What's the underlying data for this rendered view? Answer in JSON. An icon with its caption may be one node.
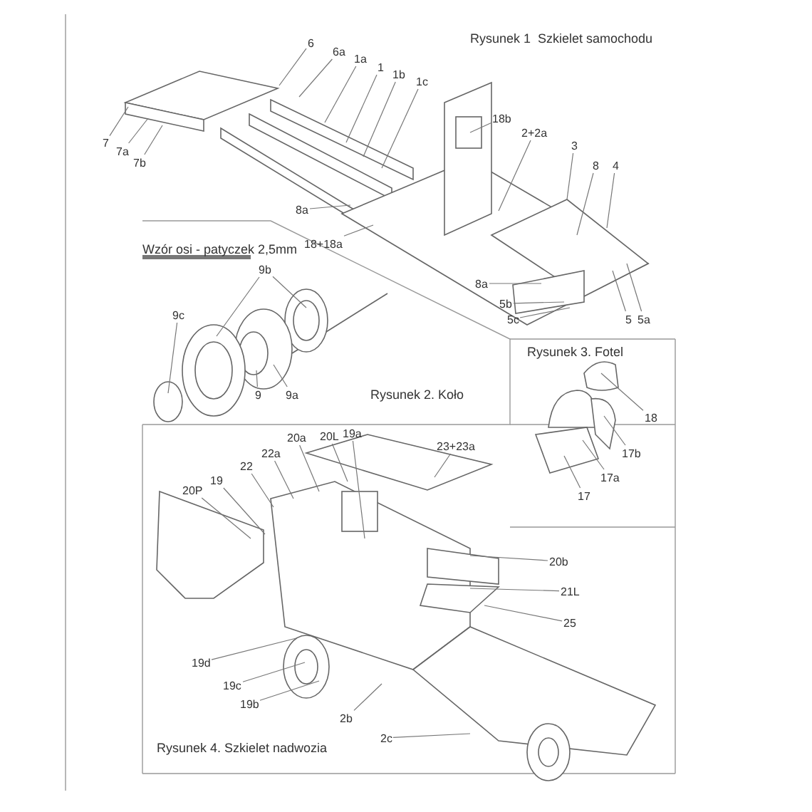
{
  "diagram": {
    "nodes": [
      {
        "text": [
          "6"
        ]
      },
      {
        "text": [
          "6a"
        ]
      },
      {
        "text": [
          "1a"
        ]
      },
      {
        "text": [
          "1"
        ]
      },
      {
        "text": [
          "1b"
        ]
      },
      {
        "text": [
          "1c"
        ]
      },
      {
        "text": [
          "18b"
        ]
      },
      {
        "text": [
          "2+2a"
        ]
      },
      {
        "text": [
          "3"
        ]
      },
      {
        "text": [
          "8"
        ]
      },
      {
        "text": [
          "4"
        ]
      },
      {
        "text": [
          "7"
        ]
      },
      {
        "text": [
          "7a"
        ]
      },
      {
        "text": [
          "7b"
        ]
      },
      {
        "text": [
          "8a"
        ]
      },
      {
        "text": [
          "18+18a"
        ]
      },
      {
        "text": [
          "8a"
        ]
      },
      {
        "text": [
          "5b"
        ]
      },
      {
        "text": [
          "5c"
        ]
      },
      {
        "text": [
          "5"
        ]
      },
      {
        "text": [
          "5a"
        ]
      },
      {
        "text": [
          "9b"
        ]
      },
      {
        "text": [
          "9c"
        ]
      },
      {
        "text": [
          "9"
        ]
      },
      {
        "text": [
          "9a"
        ]
      },
      {
        "text": [
          "18"
        ]
      },
      {
        "text": [
          "17b"
        ]
      },
      {
        "text": [
          "17a"
        ]
      },
      {
        "text": [
          "17"
        ]
      },
      {
        "text": [
          "20a"
        ]
      },
      {
        "text": [
          "20L"
        ]
      },
      {
        "text": [
          "19a"
        ]
      },
      {
        "text": [
          "22a"
        ]
      },
      {
        "text": [
          "22"
        ]
      },
      {
        "text": [
          "19"
        ]
      },
      {
        "text": [
          "20P"
        ]
      },
      {
        "text": [
          "23+23a"
        ]
      },
      {
        "text": [
          "20b"
        ]
      },
      {
        "text": [
          "21L"
        ]
      },
      {
        "text": [
          "25"
        ]
      },
      {
        "text": [
          "19d"
        ]
      },
      {
        "text": [
          "19c"
        ]
      },
      {
        "text": [
          "19b"
        ]
      },
      {
        "text": [
          "2b"
        ]
      },
      {
        "text": [
          "2c"
        ]
      }
    ],
    "edges": [
      {
        "from": 0,
        "to": null,
        "arrow": "none"
      },
      {
        "from": 1,
        "to": null,
        "arrow": "none"
      },
      {
        "from": 2,
        "to": null,
        "arrow": "none"
      },
      {
        "from": 3,
        "to": null,
        "arrow": "none"
      },
      {
        "from": 4,
        "to": null,
        "arrow": "none"
      },
      {
        "from": 5,
        "to": null,
        "arrow": "none"
      },
      {
        "from": 6,
        "to": null,
        "arrow": "none"
      },
      {
        "from": 7,
        "to": null,
        "arrow": "none"
      },
      {
        "from": 8,
        "to": null,
        "arrow": "none"
      },
      {
        "from": 9,
        "to": null,
        "arrow": "none"
      },
      {
        "from": 10,
        "to": null,
        "arrow": "none"
      },
      {
        "from": 11,
        "to": null,
        "arrow": "none"
      },
      {
        "from": 12,
        "to": null,
        "arrow": "none"
      },
      {
        "from": 13,
        "to": null,
        "arrow": "none"
      },
      {
        "from": 14,
        "to": null,
        "arrow": "none"
      },
      {
        "from": 15,
        "to": null,
        "arrow": "none"
      },
      {
        "from": 16,
        "to": null,
        "arrow": "none"
      },
      {
        "from": 17,
        "to": null,
        "arrow": "none"
      },
      {
        "from": 18,
        "to": null,
        "arrow": "none"
      },
      {
        "from": 19,
        "to": null,
        "arrow": "none"
      },
      {
        "from": 20,
        "to": null,
        "arrow": "none"
      },
      {
        "from": 21,
        "to": null,
        "arrow": "none"
      },
      {
        "from": 21,
        "to": null,
        "arrow": "none"
      },
      {
        "from": 22,
        "to": null,
        "arrow": "none"
      },
      {
        "from": 23,
        "to": null,
        "arrow": "none"
      },
      {
        "from": 24,
        "to": null,
        "arrow": "none"
      },
      {
        "from": 25,
        "to": null,
        "arrow": "none"
      },
      {
        "from": 26,
        "to": null,
        "arrow": "none"
      },
      {
        "from": 27,
        "to": null,
        "arrow": "none"
      },
      {
        "from": 28,
        "to": null,
        "arrow": "none"
      },
      {
        "from": 29,
        "to": null,
        "arrow": "none"
      },
      {
        "from": 30,
        "to": null,
        "arrow": "none"
      },
      {
        "from": 31,
        "to": null,
        "arrow": "none"
      },
      {
        "from": 32,
        "to": null,
        "arrow": "none"
      },
      {
        "from": 33,
        "to": null,
        "arrow": "none"
      },
      {
        "from": 34,
        "to": null,
        "arrow": "none"
      },
      {
        "from": 35,
        "to": null,
        "arrow": "none"
      },
      {
        "from": 36,
        "to": null,
        "arrow": "none"
      },
      {
        "from": 37,
        "to": null,
        "arrow": "none"
      },
      {
        "from": 38,
        "to": null,
        "arrow": "none"
      },
      {
        "from": 39,
        "to": null,
        "arrow": "none"
      },
      {
        "from": 40,
        "to": null,
        "arrow": "none"
      },
      {
        "from": 41,
        "to": null,
        "arrow": "none"
      },
      {
        "from": 42,
        "to": null,
        "arrow": "none"
      },
      {
        "from": 43,
        "to": null,
        "arrow": "none"
      },
      {
        "from": 44,
        "to": null,
        "arrow": "none"
      }
    ],
    "labels": [
      "Rysunek 1  Szkielet samochodu",
      "Wzór osi - patyczek 2,5mm",
      "Rysunek 2. Koło",
      "Rysunek 3. Fotel",
      "Rysunek 4. Szkielet nadwozia"
    ]
  }
}
